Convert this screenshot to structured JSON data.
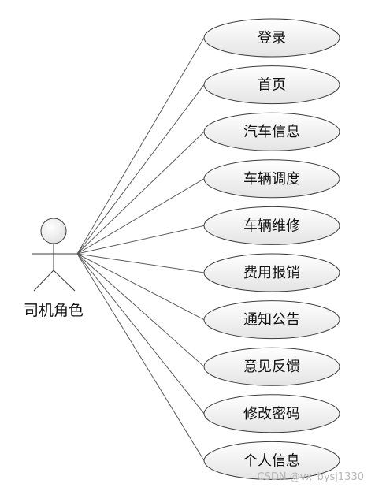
{
  "actor": {
    "label": "司机角色"
  },
  "use_cases": [
    {
      "label": "登录"
    },
    {
      "label": "首页"
    },
    {
      "label": "汽车信息"
    },
    {
      "label": "车辆调度"
    },
    {
      "label": "车辆维修"
    },
    {
      "label": "费用报销"
    },
    {
      "label": "通知公告"
    },
    {
      "label": "意见反馈"
    },
    {
      "label": "修改密码"
    },
    {
      "label": "个人信息"
    }
  ],
  "watermark": "CSDN @vx_bysj1330",
  "colors": {
    "line": "#5a5a5a",
    "ellipse_stroke": "#3c3c3c",
    "ellipse_fill_top": "#ffffff",
    "ellipse_fill_bottom": "#e6e6e6",
    "text": "#111111"
  }
}
